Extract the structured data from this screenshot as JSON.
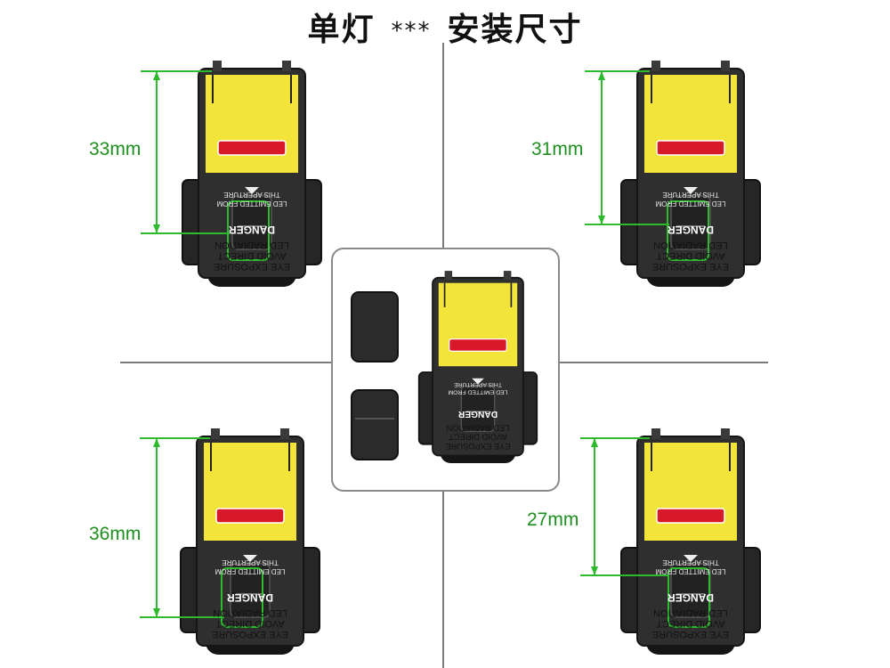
{
  "title": {
    "left": "单灯",
    "stars": "***",
    "right": "安装尺寸"
  },
  "label": {
    "line1": "EYE EXPOSURE",
    "line2": "AVOID DIRECT",
    "line3": "LED RADIATION",
    "danger": "DANGER",
    "aperture1": "LED EMITTED FROM",
    "aperture2": "THIS APERTURE"
  },
  "measurements": [
    {
      "position": "top-left",
      "value": "33mm"
    },
    {
      "position": "top-right",
      "value": "31mm"
    },
    {
      "position": "bottom-left",
      "value": "36mm"
    },
    {
      "position": "bottom-right",
      "value": "27mm"
    }
  ],
  "colors": {
    "label_yellow": "#f3e43a",
    "housing": "#2b2b2b",
    "danger_red": "#d8192a",
    "measure_green": "#2dbb2d",
    "text_green": "#1f8f1f"
  }
}
